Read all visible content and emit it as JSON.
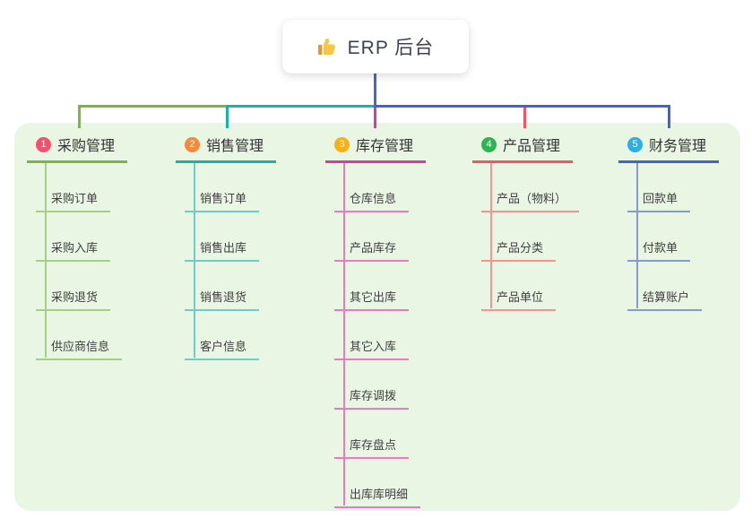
{
  "root": {
    "label": "ERP 后台",
    "icon": "thumbs-up-icon",
    "line_color": "#4b63d8"
  },
  "canvas": {
    "panel_bg": "#e9f6e4"
  },
  "branches": [
    {
      "badge": "1",
      "title": "采购管理",
      "children": [
        "采购订单",
        "采购入库",
        "采购退货",
        "供应商信息"
      ],
      "colors": {
        "main": "#78b93c",
        "light": "#a6cf7f",
        "badge": "#f2506e"
      }
    },
    {
      "badge": "2",
      "title": "销售管理",
      "children": [
        "销售订单",
        "销售出库",
        "销售退货",
        "客户信息"
      ],
      "colors": {
        "main": "#14b3ab",
        "light": "#6fcbc5",
        "badge": "#f5883a"
      }
    },
    {
      "badge": "3",
      "title": "库存管理",
      "children": [
        "仓库信息",
        "产品库存",
        "其它出库",
        "其它入库",
        "库存调拨",
        "库存盘点",
        "出库库明细"
      ],
      "colors": {
        "main": "#da3a9e",
        "light": "#ec79bd",
        "badge": "#fbaf15"
      }
    },
    {
      "badge": "4",
      "title": "产品管理",
      "children": [
        "产品（物料）",
        "产品分类",
        "产品单位"
      ],
      "colors": {
        "main": "#f9525f",
        "light": "#f59391",
        "badge": "#2db551"
      }
    },
    {
      "badge": "5",
      "title": "财务管理",
      "children": [
        "回款单",
        "付款单",
        "结算账户"
      ],
      "colors": {
        "main": "#3e62d8",
        "light": "#859ad2",
        "badge": "#2caee6"
      }
    }
  ]
}
